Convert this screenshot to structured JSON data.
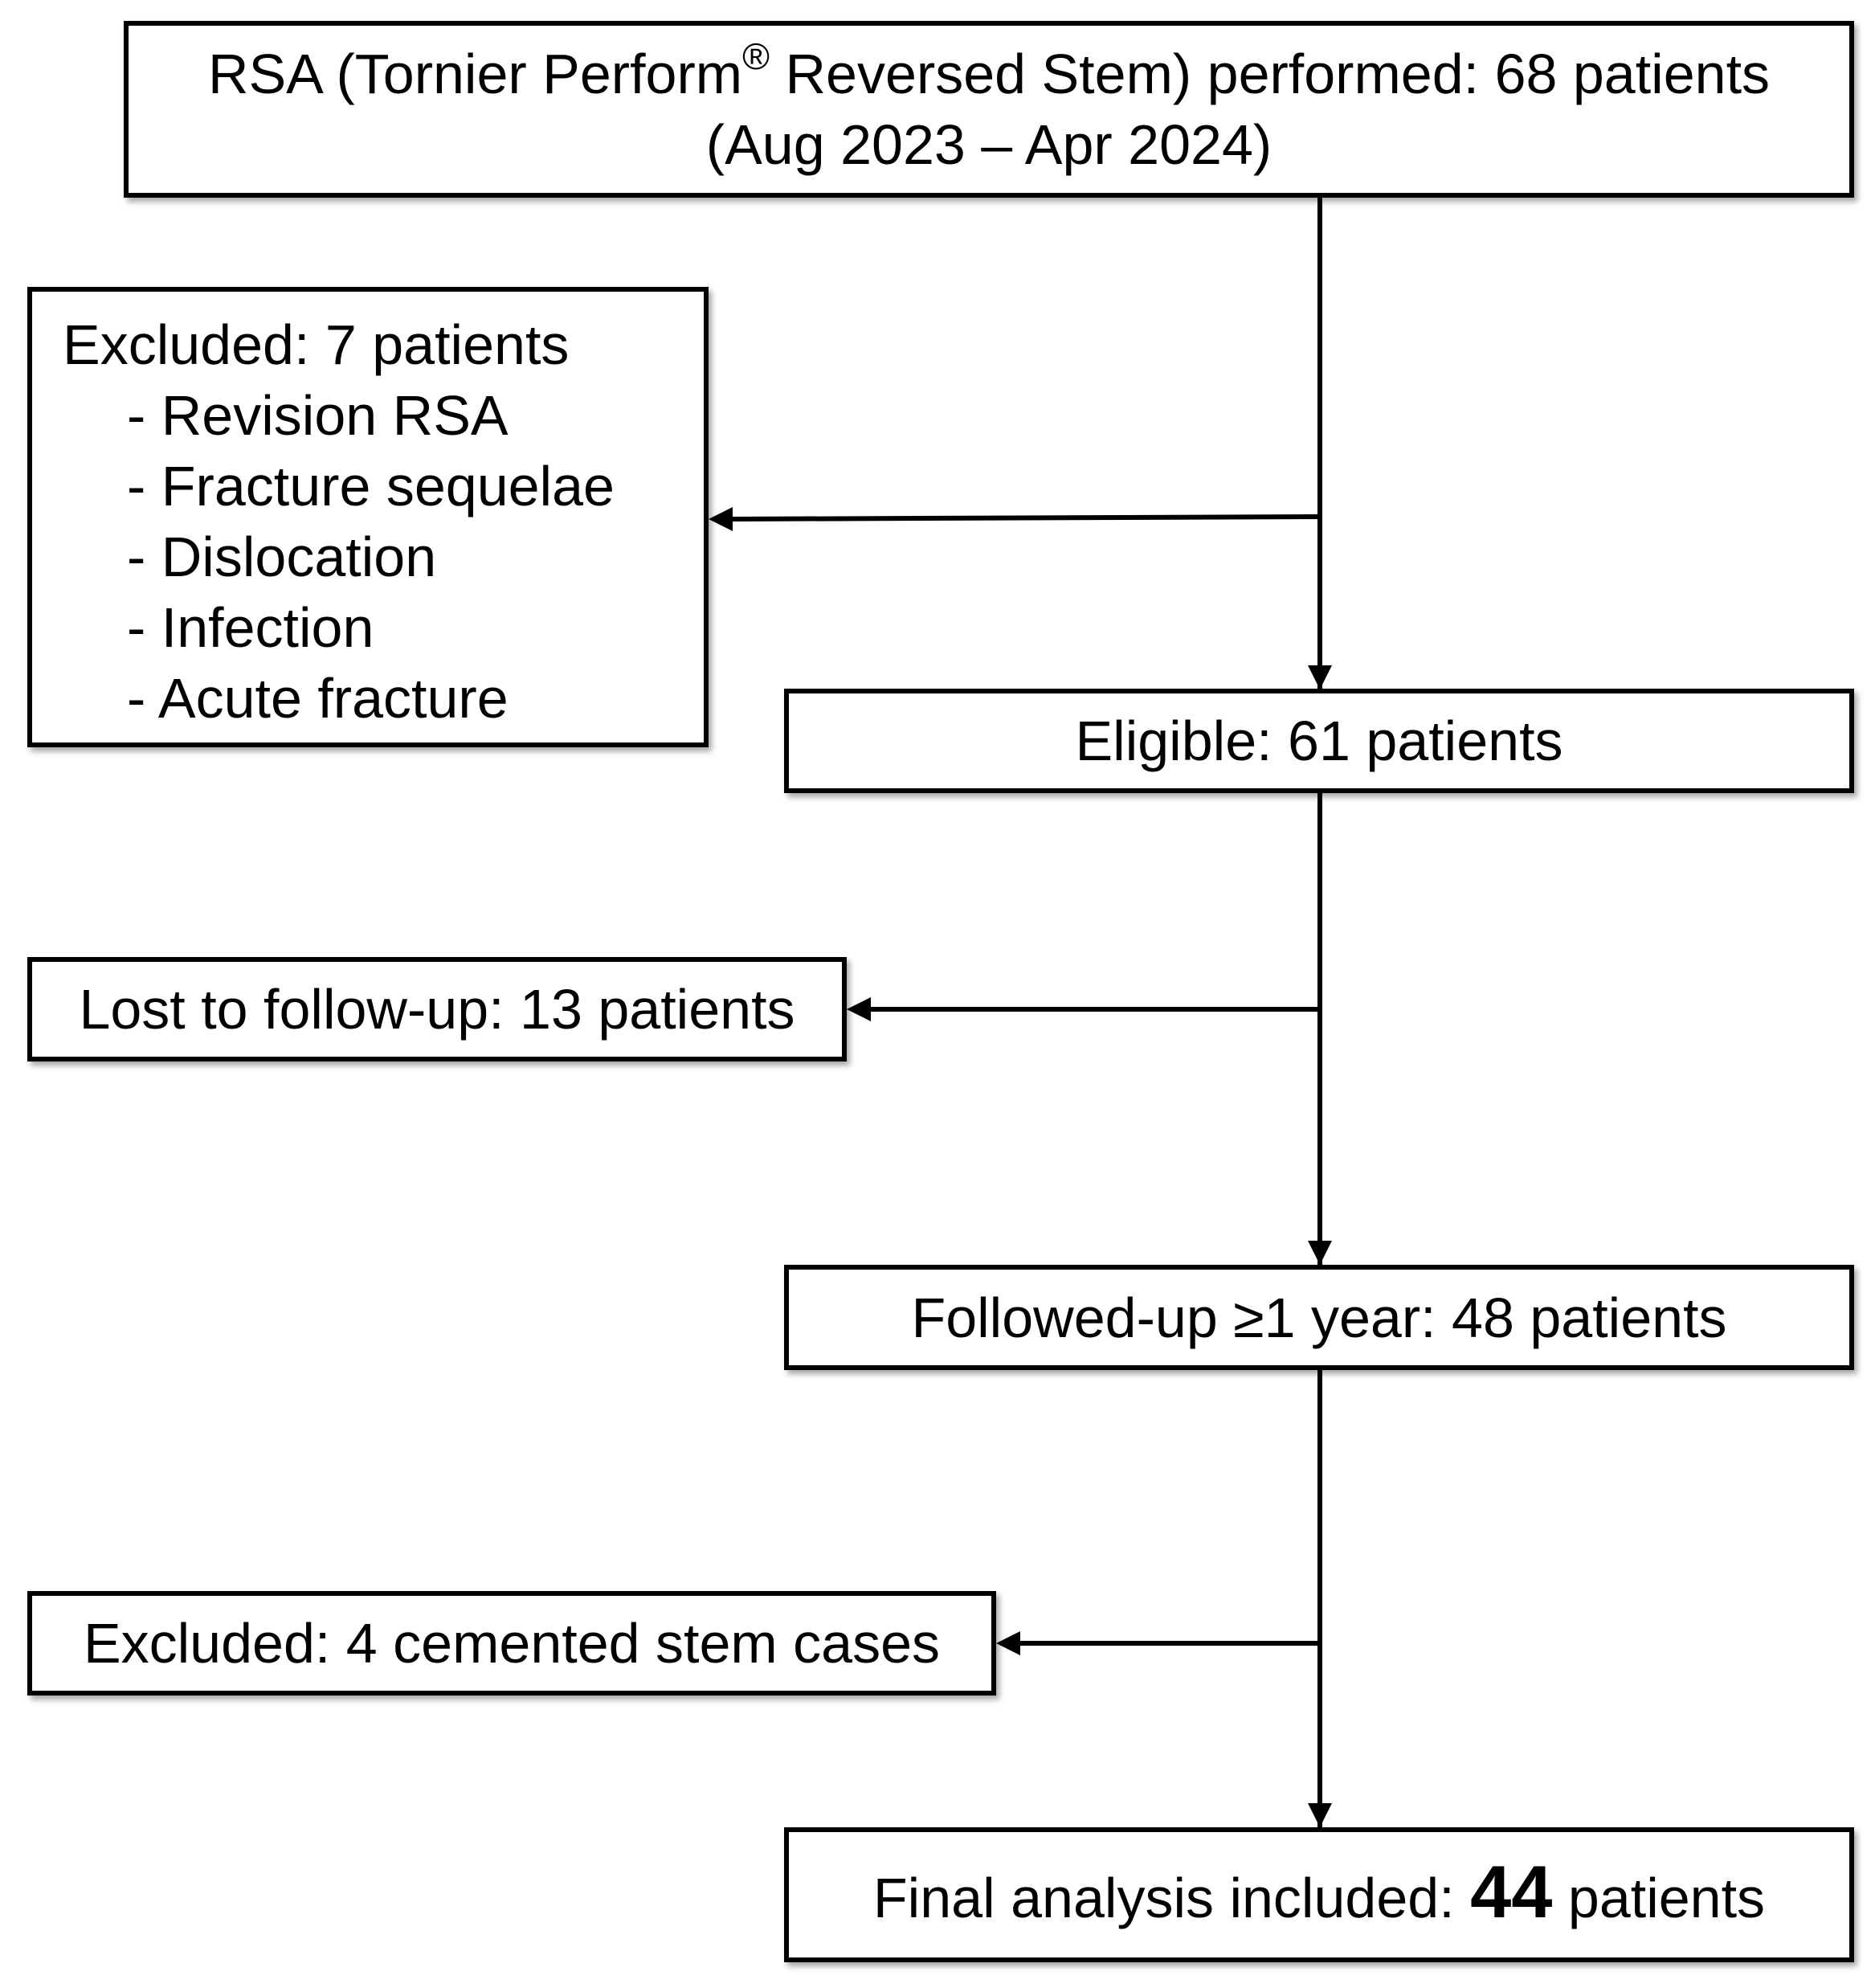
{
  "diagram": {
    "box_start": {
      "line1_pre": "RSA (Tornier Perform",
      "line1_sup": "®",
      "line1_post": " Reversed Stem) performed: 68 patients",
      "line2": "(Aug 2023 – Apr 2024)"
    },
    "box_excluded1": {
      "title": "Excluded: 7 patients",
      "items": [
        "- Revision RSA",
        "- Fracture sequelae",
        "- Dislocation",
        "- Infection",
        "- Acute fracture"
      ]
    },
    "box_eligible": {
      "label": "Eligible: 61 patients"
    },
    "box_lost": {
      "label": "Lost to follow-up: 13 patients"
    },
    "box_followed": {
      "label": "Followed-up ≥1 year: 48 patients"
    },
    "box_excluded2": {
      "label": "Excluded: 4 cemented stem cases"
    },
    "box_final": {
      "label_pre": "Final analysis included: ",
      "label_number": "44",
      "label_post": " patients"
    }
  }
}
